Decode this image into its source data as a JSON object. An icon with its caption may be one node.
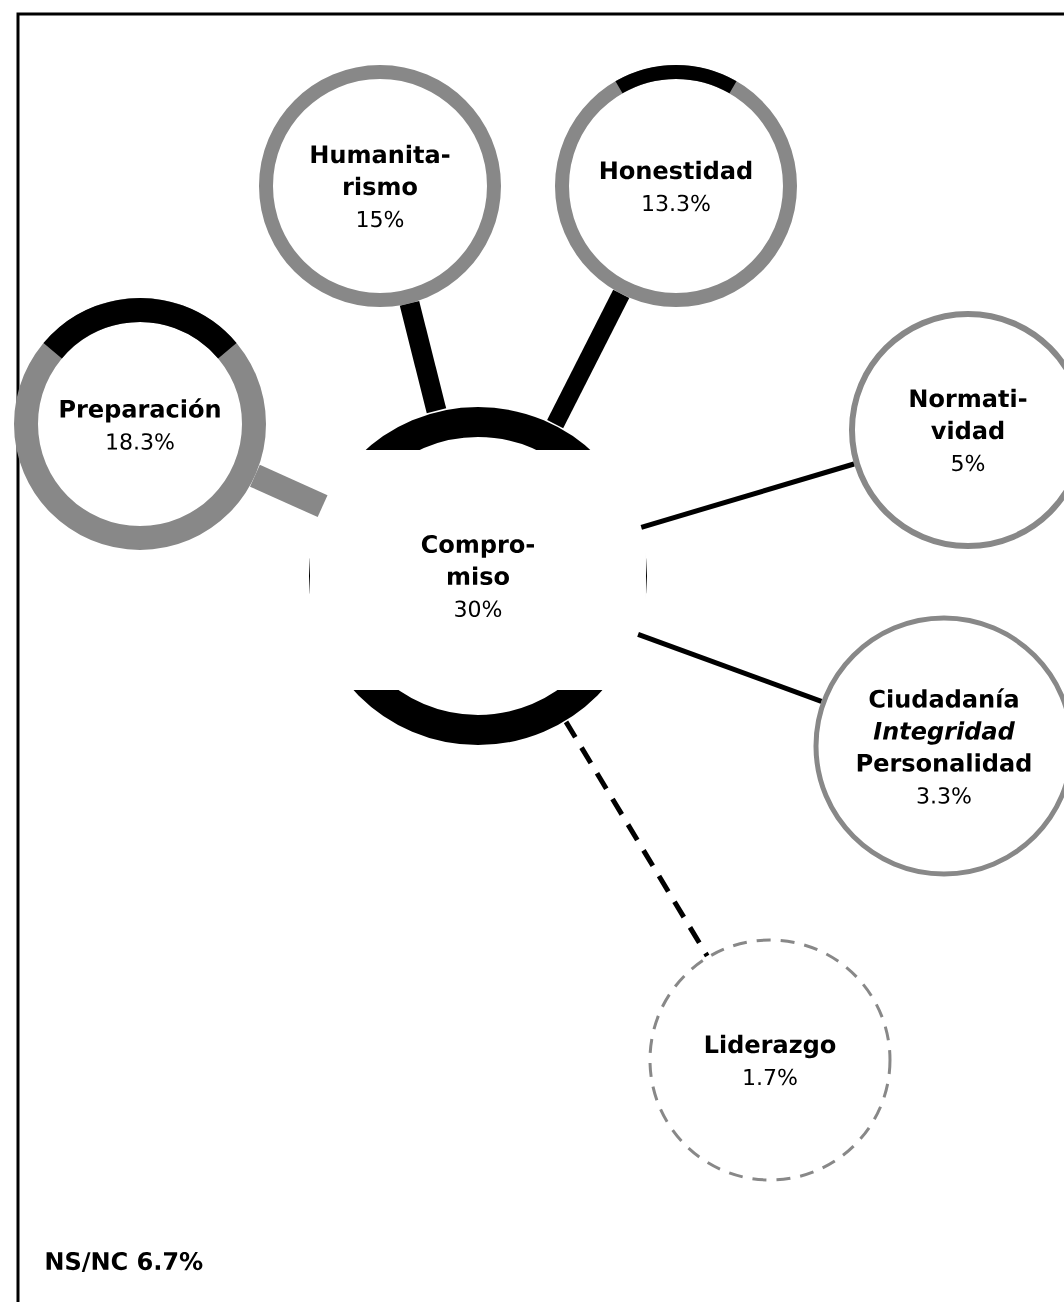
{
  "diagram": {
    "nodes": [
      {
        "text": [
          "Humanita- rismo",
          "15%"
        ]
      },
      {
        "text": [
          "Honestidad",
          "13.3%"
        ]
      },
      {
        "text": [
          "Preparación",
          "18.3%"
        ]
      },
      {
        "text": [
          "Compro- miso",
          "30%"
        ]
      },
      {
        "text": [
          "Normati- vidad",
          "5%"
        ]
      },
      {
        "text": [
          "Ciudadanía",
          "Integridad",
          "Personalidad",
          "3.3%"
        ]
      },
      {
        "text": [
          "Liderazgo",
          "1.7%"
        ]
      }
    ],
    "edges": [
      {
        "from": 2,
        "to": 3,
        "arrow": "none",
        "style": "thick",
        "color": "#888888"
      },
      {
        "from": 0,
        "to": 3,
        "arrow": "none",
        "style": "thick"
      },
      {
        "from": 1,
        "to": 3,
        "arrow": "none",
        "style": "thick"
      },
      {
        "from": 3,
        "to": 4,
        "arrow": "none"
      },
      {
        "from": 3,
        "to": 5,
        "arrow": "none"
      },
      {
        "from": 3,
        "to": 6,
        "arrow": "none",
        "style": "dashed"
      }
    ],
    "labels": [
      "NS/NC  6.7%"
    ]
  }
}
